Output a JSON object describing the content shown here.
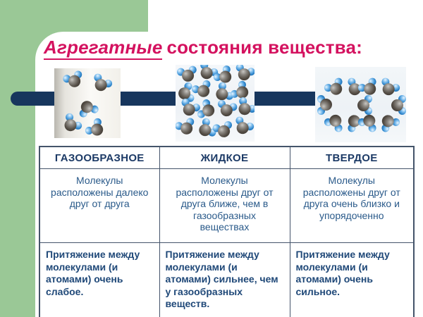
{
  "title": {
    "highlighted_word": "Агрегатные",
    "rest": "состояния вещества:"
  },
  "states_table": {
    "headers": [
      "ГАЗООБРАЗНОЕ",
      "ЖИДКОЕ",
      "ТВЕРДОЕ"
    ],
    "molecule_arrangement": [
      "Молекулы расположены далеко друг от друга",
      "Молекулы расположены друг от друга ближе, чем в газообразных веществах",
      "Молекулы расположены друг от друга очень близко и упорядоченно"
    ],
    "molecule_attraction": [
      "Притяжение между молекулами (и атомами) очень слабое.",
      "Притяжение между молекулами (и атомами) сильнее, чем у газообразных веществ.",
      "Притяжение между молекулами (и атомами) очень сильное."
    ]
  },
  "molecule_images": [
    {
      "name": "gas-state-image",
      "state": "газообразное",
      "molecules": [
        [
          28,
          18,
          -20
        ],
        [
          66,
          23,
          30
        ],
        [
          47,
          55,
          160
        ],
        [
          23,
          80,
          45
        ],
        [
          60,
          87,
          -45
        ]
      ]
    },
    {
      "name": "liquid-state-image",
      "state": "жидкое",
      "molecules": [
        [
          17,
          15,
          -10
        ],
        [
          44,
          11,
          35
        ],
        [
          70,
          17,
          -40
        ],
        [
          97,
          13,
          20
        ],
        [
          13,
          40,
          80
        ],
        [
          39,
          37,
          -25
        ],
        [
          66,
          41,
          55
        ],
        [
          94,
          39,
          -50
        ],
        [
          19,
          63,
          25
        ],
        [
          46,
          65,
          -65
        ],
        [
          72,
          64,
          15
        ],
        [
          98,
          62,
          40
        ],
        [
          15,
          90,
          -20
        ],
        [
          42,
          92,
          60
        ],
        [
          68,
          94,
          -15
        ],
        [
          95,
          89,
          30
        ]
      ]
    },
    {
      "name": "solid-state-image",
      "state": "твердое",
      "molecules": [
        [
          69,
          54,
          90
        ],
        [
          56,
          31,
          30
        ],
        [
          29,
          31,
          -30
        ],
        [
          15,
          54,
          -90
        ],
        [
          29,
          77,
          -150
        ],
        [
          56,
          77,
          150
        ],
        [
          117,
          54,
          90
        ],
        [
          104,
          31,
          30
        ],
        [
          77,
          31,
          -30
        ],
        [
          77,
          77,
          -150
        ],
        [
          104,
          77,
          150
        ]
      ]
    }
  ],
  "colors": {
    "accent_green": "#9ac896",
    "bar_navy": "#17365d",
    "title_pink": "#d4125f",
    "table_border": "#44546a",
    "header_text": "#1c3a66",
    "body_text": "#2a5a8a",
    "bold_text": "#1f4878"
  }
}
